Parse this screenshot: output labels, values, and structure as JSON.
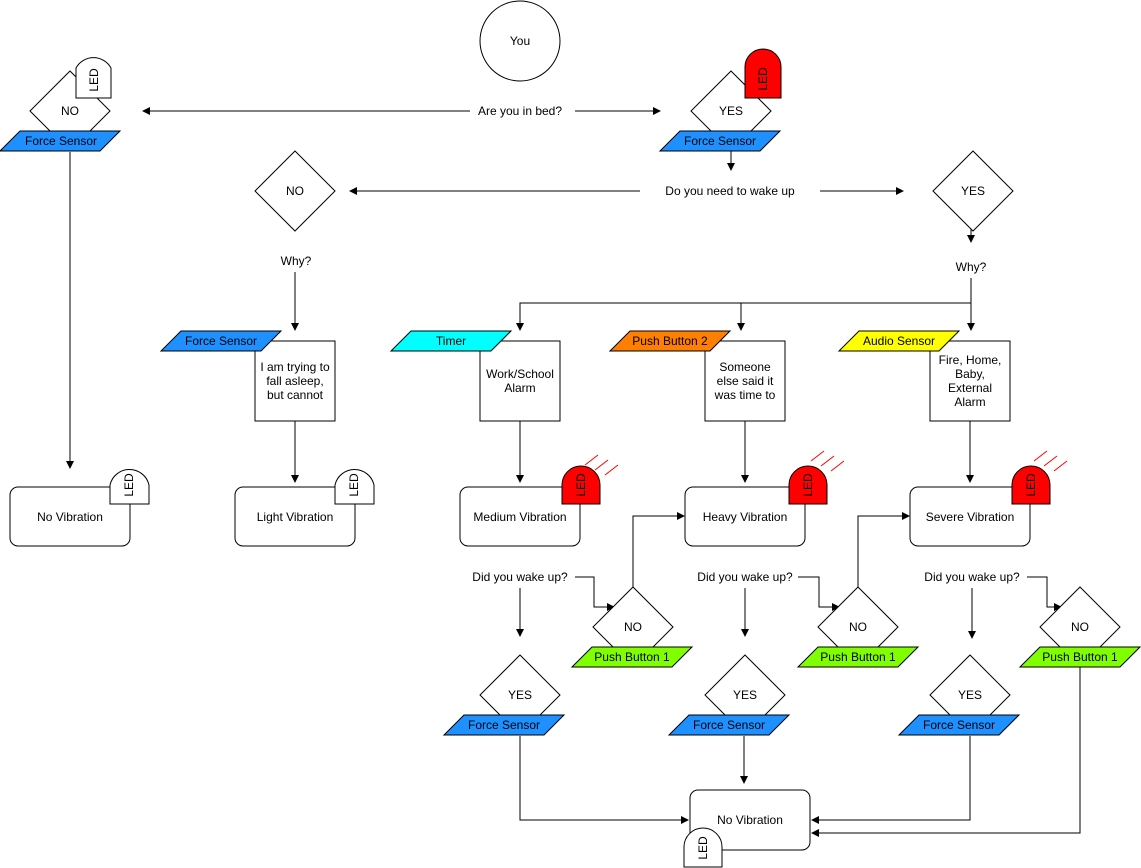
{
  "colors": {
    "force_sensor": "#1E90FF",
    "timer": "#00FFFF",
    "push_button_2": "#FF8000",
    "audio_sensor": "#FFFF00",
    "push_button_1": "#80FF00",
    "led_on": "#FF0000",
    "led_off": "#FFFFFF",
    "vibration_mark": "#FF0000"
  },
  "icons": {
    "led": "led-icon",
    "vibration": "vibration-marks-icon",
    "arrow": "arrow-head-icon"
  },
  "start": {
    "label": "You"
  },
  "questions": {
    "in_bed": "Are you in bed?",
    "wake_up": "Do you need to wake up",
    "why_no": "Why?",
    "why_yes": "Why?",
    "woke_1": "Did you wake up?",
    "woke_2": "Did you wake up?",
    "woke_3": "Did you wake up?"
  },
  "decisions": {
    "bed_no": "NO",
    "bed_yes": "YES",
    "wake_no": "NO",
    "wake_yes": "YES",
    "medium_no": "NO",
    "heavy_no": "NO",
    "severe_no": "NO",
    "medium_yes": "YES",
    "heavy_yes": "YES",
    "severe_yes": "YES"
  },
  "sensors": {
    "bed_no": "Force Sensor",
    "bed_yes": "Force Sensor",
    "sleep": "Force Sensor",
    "timer": "Timer",
    "push2": "Push Button 2",
    "audio": "Audio Sensor",
    "medium_no": "Push Button 1",
    "heavy_no": "Push Button 1",
    "severe_no": "Push Button 1",
    "medium_yes": "Force Sensor",
    "heavy_yes": "Force Sensor",
    "severe_yes": "Force Sensor"
  },
  "reasons": {
    "sleep": [
      "I am trying to",
      "fall asleep,",
      "but cannot"
    ],
    "work": [
      "Work/School",
      "Alarm"
    ],
    "someone": [
      "Someone",
      "else said it",
      "was time to"
    ],
    "fire": [
      "Fire, Home,",
      "Baby,",
      "External",
      "Alarm"
    ]
  },
  "outcomes": {
    "no_vibration_left": "No Vibration",
    "light": "Light Vibration",
    "medium": "Medium Vibration",
    "heavy": "Heavy Vibration",
    "severe": "Severe Vibration",
    "no_vibration_bottom": "No Vibration"
  },
  "led_label": "LED"
}
